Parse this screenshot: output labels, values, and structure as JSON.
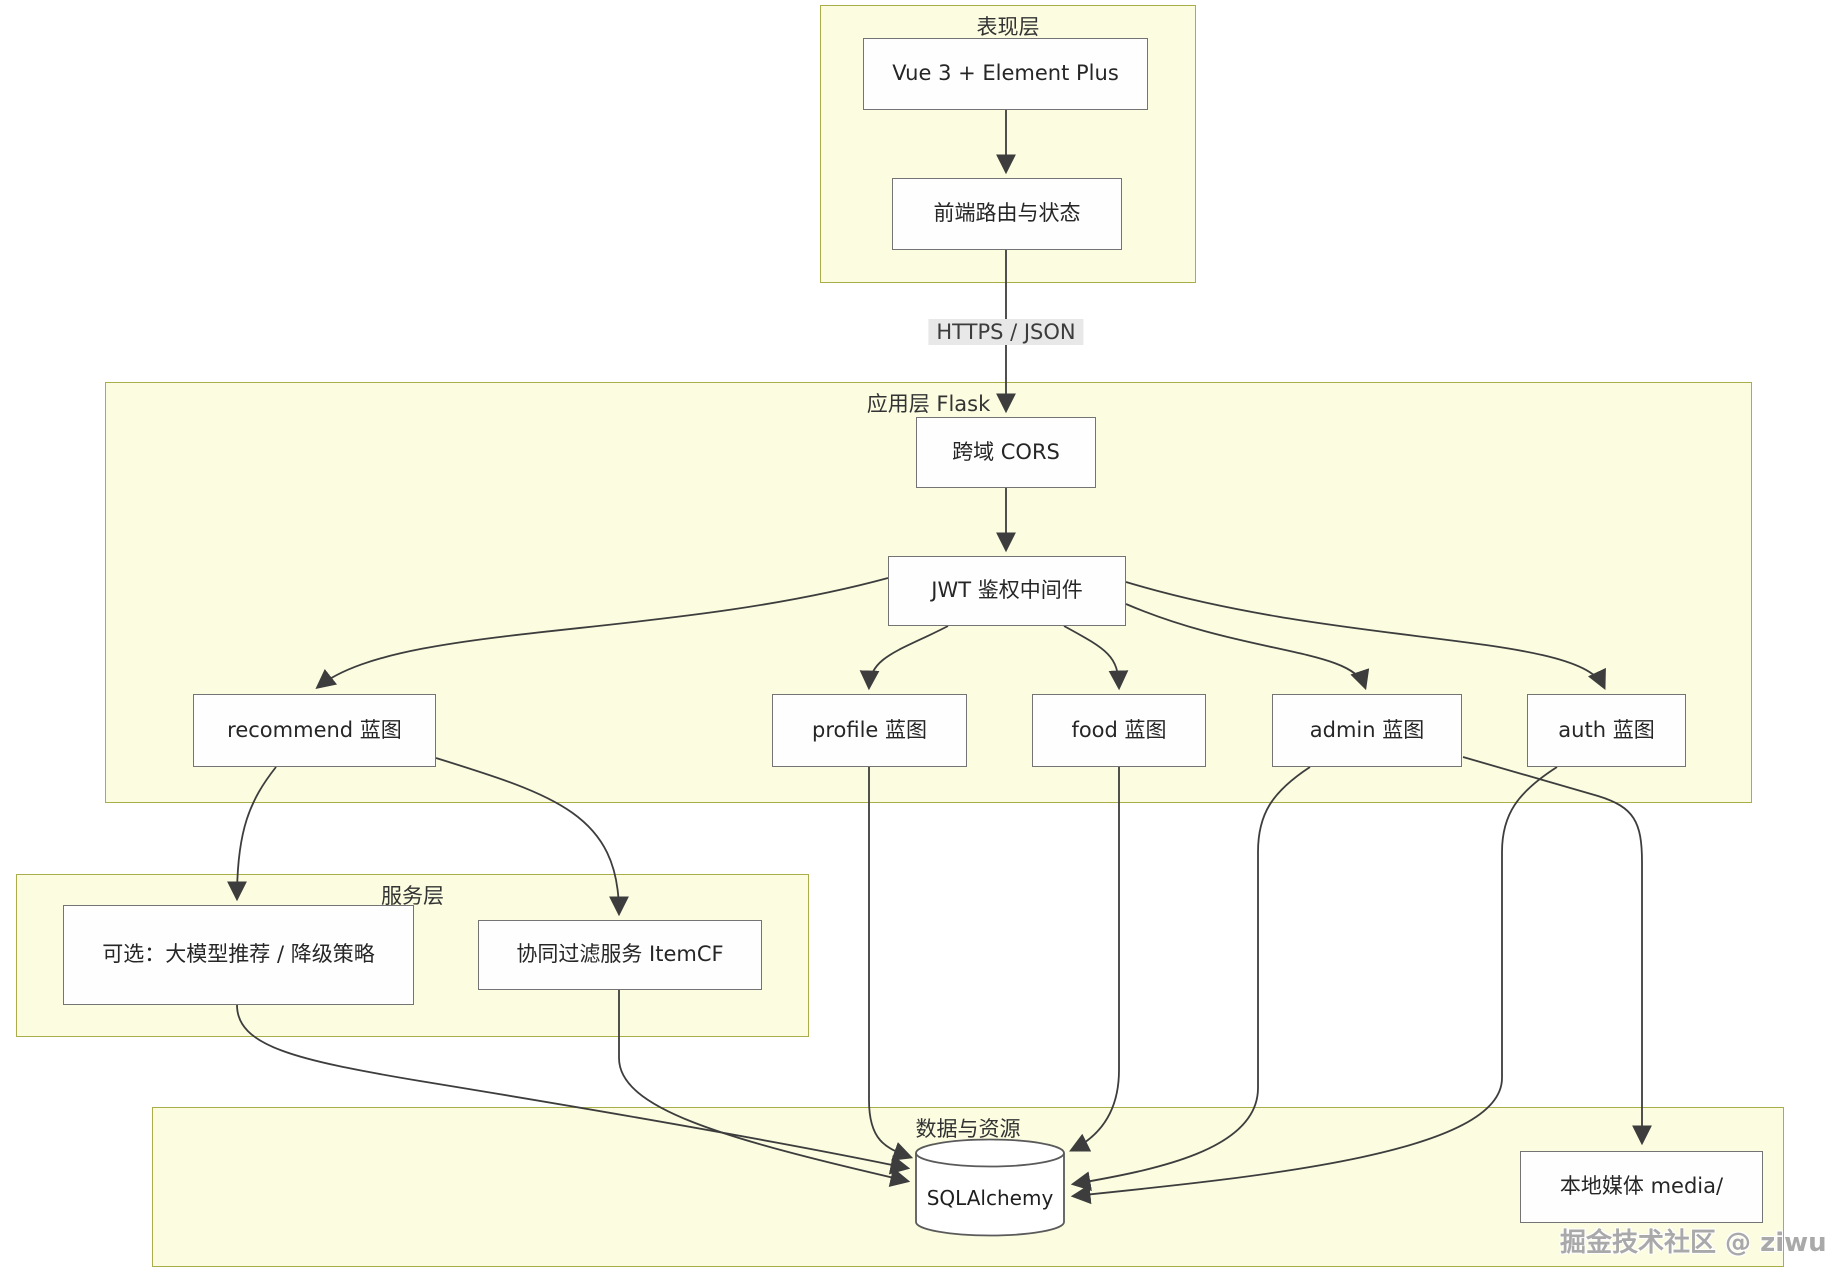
{
  "diagram": {
    "clusters": {
      "presentation": {
        "label": "表现层"
      },
      "application": {
        "label": "应用层 Flask"
      },
      "service": {
        "label": "服务层"
      },
      "data": {
        "label": "数据与资源"
      }
    },
    "nodes": {
      "vue": {
        "label": "Vue 3 + Element Plus"
      },
      "router": {
        "label": "前端路由与状态"
      },
      "cors": {
        "label": "跨域 CORS"
      },
      "jwt": {
        "label": "JWT 鉴权中间件"
      },
      "recommend": {
        "label": "recommend 蓝图"
      },
      "profile": {
        "label": "profile 蓝图"
      },
      "food": {
        "label": "food 蓝图"
      },
      "admin": {
        "label": "admin 蓝图"
      },
      "auth": {
        "label": "auth 蓝图"
      },
      "optional_llm": {
        "label": "可选：大模型推荐 / 降级策略"
      },
      "itemcf": {
        "label": "协同过滤服务 ItemCF"
      },
      "sqlalchemy": {
        "label": "SQLAlchemy"
      },
      "media": {
        "label": "本地媒体 media/"
      }
    },
    "edge_labels": {
      "https_json": "HTTPS / JSON"
    },
    "edges": [
      {
        "from": "vue",
        "to": "router"
      },
      {
        "from": "router",
        "to": "cors",
        "label": "HTTPS / JSON"
      },
      {
        "from": "cors",
        "to": "jwt"
      },
      {
        "from": "jwt",
        "to": "recommend"
      },
      {
        "from": "jwt",
        "to": "profile"
      },
      {
        "from": "jwt",
        "to": "food"
      },
      {
        "from": "jwt",
        "to": "admin"
      },
      {
        "from": "jwt",
        "to": "auth"
      },
      {
        "from": "recommend",
        "to": "optional_llm"
      },
      {
        "from": "recommend",
        "to": "itemcf"
      },
      {
        "from": "profile",
        "to": "sqlalchemy"
      },
      {
        "from": "food",
        "to": "sqlalchemy"
      },
      {
        "from": "optional_llm",
        "to": "sqlalchemy"
      },
      {
        "from": "itemcf",
        "to": "sqlalchemy"
      },
      {
        "from": "admin",
        "to": "sqlalchemy"
      },
      {
        "from": "admin",
        "to": "media"
      },
      {
        "from": "auth",
        "to": "sqlalchemy"
      }
    ],
    "watermark": "掘金技术社区 @ ziwu",
    "colors": {
      "cluster_fill": "#fcfce1",
      "cluster_border": "#a9ad4a",
      "node_fill": "#fefefe",
      "node_border": "#747474",
      "edge": "#3d3d3d",
      "edge_label_bg": "#e8e8e8",
      "text": "#262626",
      "watermark": "#a9a9a9"
    }
  }
}
